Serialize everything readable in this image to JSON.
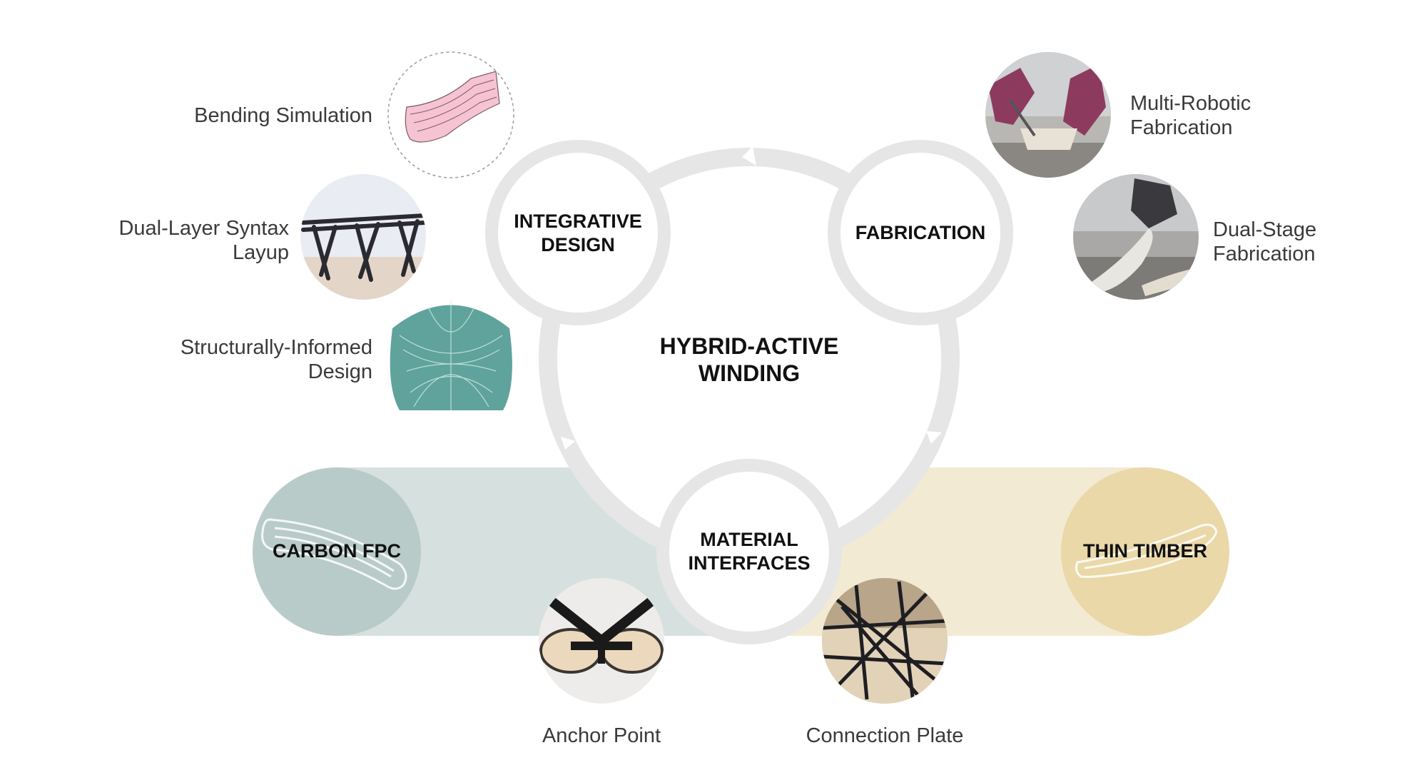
{
  "center": {
    "line1": "HYBRID-ACTIVE",
    "line2": "WINDING"
  },
  "nodes": {
    "integrative_design": {
      "line1": "INTEGRATIVE",
      "line2": "DESIGN"
    },
    "fabrication": {
      "line1": "FABRICATION"
    },
    "material_interfaces": {
      "line1": "MATERIAL",
      "line2": "INTERFACES"
    }
  },
  "materials": {
    "carbon": {
      "label": "CARBON FPC",
      "color": "#b9cbc8",
      "band_color": "#d6e1df"
    },
    "timber": {
      "label": "THIN TIMBER",
      "color": "#ead8a8",
      "band_color": "#f3ead3"
    }
  },
  "design_items": [
    {
      "line1": "Bending Simulation"
    },
    {
      "line1": "Dual-Layer Syntax",
      "line2": "Layup"
    },
    {
      "line1": "Structurally-Informed",
      "line2": "Design"
    }
  ],
  "fabrication_items": [
    {
      "line1": "Multi-Robotic",
      "line2": "Fabrication"
    },
    {
      "line1": "Dual-Stage",
      "line2": "Fabrication"
    }
  ],
  "interface_items": [
    {
      "line1": "Anchor Point"
    },
    {
      "line1": "Connection Plate"
    }
  ],
  "colors": {
    "ring": "#e6e6e6",
    "node_fill": "#ffffff",
    "label_text": "#3a3a3a",
    "title_text": "#111111"
  },
  "icons": [
    "bending-simulation-thumbnail",
    "syntax-layup-thumbnail",
    "structural-design-thumbnail",
    "multi-robotic-photo",
    "dual-stage-photo",
    "anchor-point-photo",
    "connection-plate-photo",
    "cycle-arrow-icon"
  ]
}
